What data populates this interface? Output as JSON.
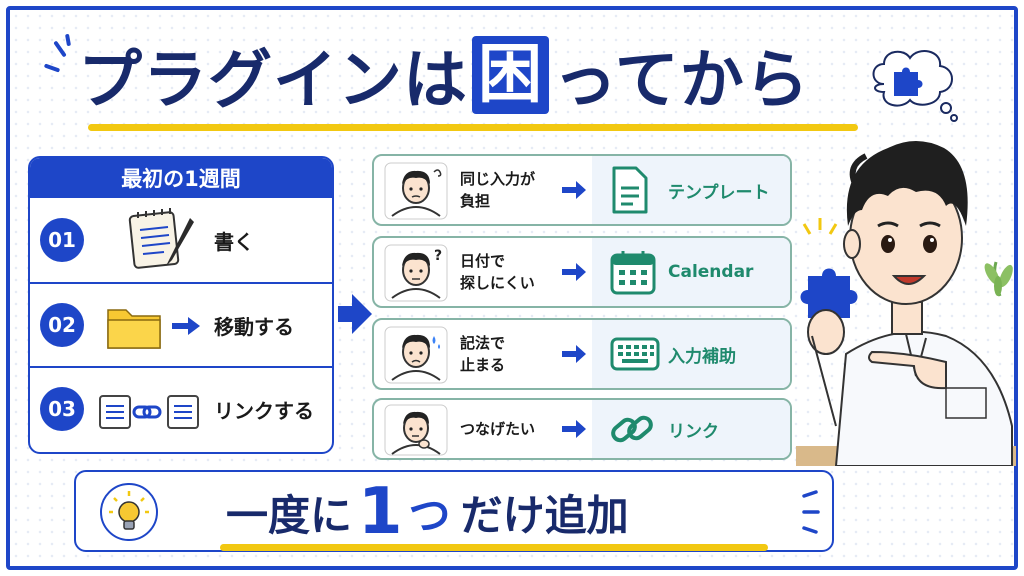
{
  "title": {
    "part1": "プラグインは",
    "highlight": "困",
    "part2": "ってから"
  },
  "left_panel": {
    "heading": "最初の1週間",
    "steps": [
      {
        "num": "01",
        "label": "書く",
        "icon": "notepad-pen-icon"
      },
      {
        "num": "02",
        "label": "移動する",
        "icon": "folder-icon"
      },
      {
        "num": "03",
        "label": "リンクする",
        "icon": "linked-documents-icon"
      }
    ]
  },
  "cards": [
    {
      "problem_line1": "同じ入力が",
      "problem_line2": "負担",
      "solution": "テンプレート",
      "icon": "document-icon"
    },
    {
      "problem_line1": "日付で",
      "problem_line2": "探しにくい",
      "solution": "Calendar",
      "icon": "calendar-icon"
    },
    {
      "problem_line1": "記法で",
      "problem_line2": "止まる",
      "solution": "入力補助",
      "icon": "keyboard-icon"
    },
    {
      "problem_line1": "つなげたい",
      "problem_line2": "",
      "solution": "リンク",
      "icon": "link-icon"
    }
  ],
  "banner": {
    "part1": "一度に",
    "number": "1",
    "part2": "つ",
    "part3": "だけ追加",
    "icon": "lightbulb-icon"
  },
  "colors": {
    "brand_blue": "#1e46c8",
    "navy": "#182a6b",
    "yellow": "#f2c811",
    "teal": "#1f8a6d"
  }
}
